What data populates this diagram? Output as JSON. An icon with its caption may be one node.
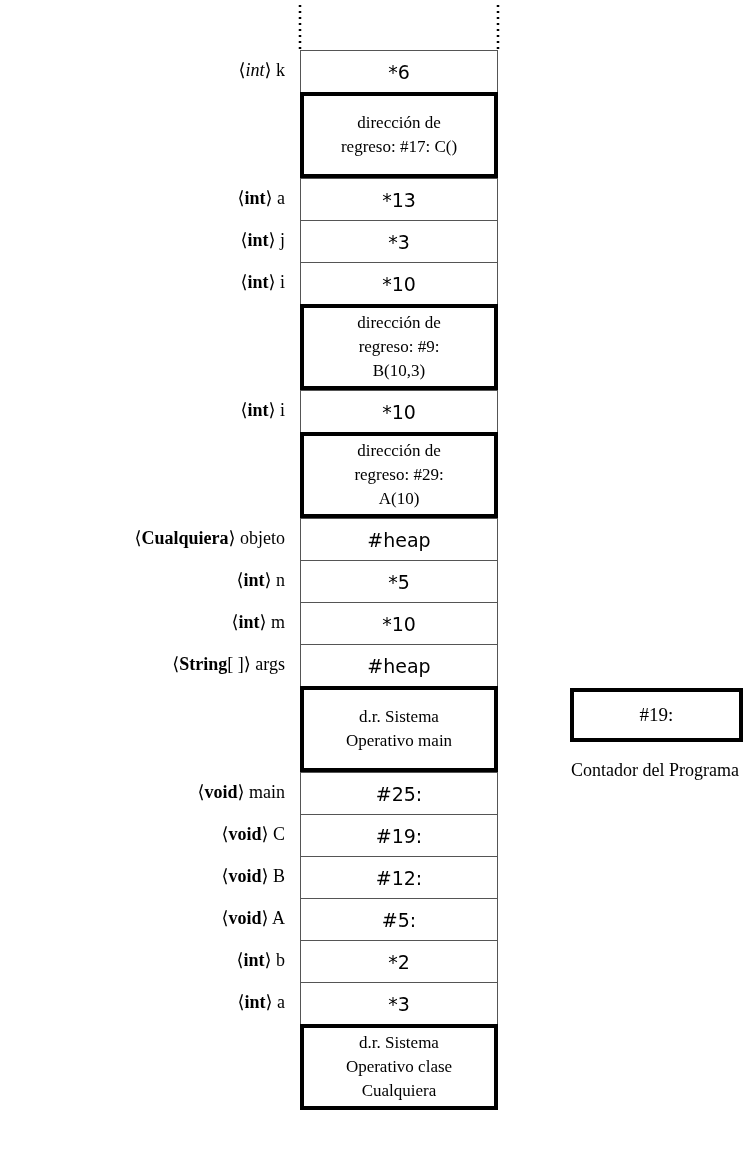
{
  "diagram": {
    "nodes": [
      {
        "text": [
          "*6"
        ],
        "beside": [
          "⟨*int*⟩ k"
        ]
      },
      {
        "text": [
          "dirección de regreso: #17: C()"
        ]
      },
      {
        "text": [
          "*13"
        ],
        "beside": [
          "⟨**int**⟩ a"
        ]
      },
      {
        "text": [
          "*3"
        ],
        "beside": [
          "⟨**int**⟩ j"
        ]
      },
      {
        "text": [
          "*10"
        ],
        "beside": [
          "⟨**int**⟩ i"
        ]
      },
      {
        "text": [
          "dirección de regreso: #9: B(10,3)"
        ]
      },
      {
        "text": [
          "*10"
        ],
        "beside": [
          "⟨**int**⟩ i"
        ]
      },
      {
        "text": [
          "dirección de regreso: #29: A(10)"
        ]
      },
      {
        "text": [
          "#heap"
        ],
        "beside": [
          "⟨**Cualquiera**⟩ objeto"
        ]
      },
      {
        "text": [
          "*5"
        ],
        "beside": [
          "⟨**int**⟩ n"
        ]
      },
      {
        "text": [
          "*10"
        ],
        "beside": [
          "⟨**int**⟩ m"
        ]
      },
      {
        "text": [
          "#heap"
        ],
        "beside": [
          "⟨**String**[ ]⟩ args"
        ]
      },
      {
        "text": [
          "d.r. Sistema Operativo main"
        ]
      },
      {
        "text": [
          "#25:"
        ],
        "beside": [
          "⟨**void**⟩ main"
        ]
      },
      {
        "text": [
          "#19:"
        ],
        "beside": [
          "⟨**void**⟩ C"
        ]
      },
      {
        "text": [
          "#12:"
        ],
        "beside": [
          "⟨**void**⟩ B"
        ]
      },
      {
        "text": [
          "#5:"
        ],
        "beside": [
          "⟨**void**⟩ A"
        ]
      },
      {
        "text": [
          "*2"
        ],
        "beside": [
          "⟨**int**⟩ b"
        ]
      },
      {
        "text": [
          "*3"
        ],
        "beside": [
          "⟨**int**⟩ a"
        ]
      },
      {
        "text": [
          "d.r. Sistema Operativo clase Cualquiera"
        ]
      },
      {
        "text": [
          "#19:"
        ],
        "beside": [
          "Contador del Programa"
        ]
      }
    ]
  }
}
